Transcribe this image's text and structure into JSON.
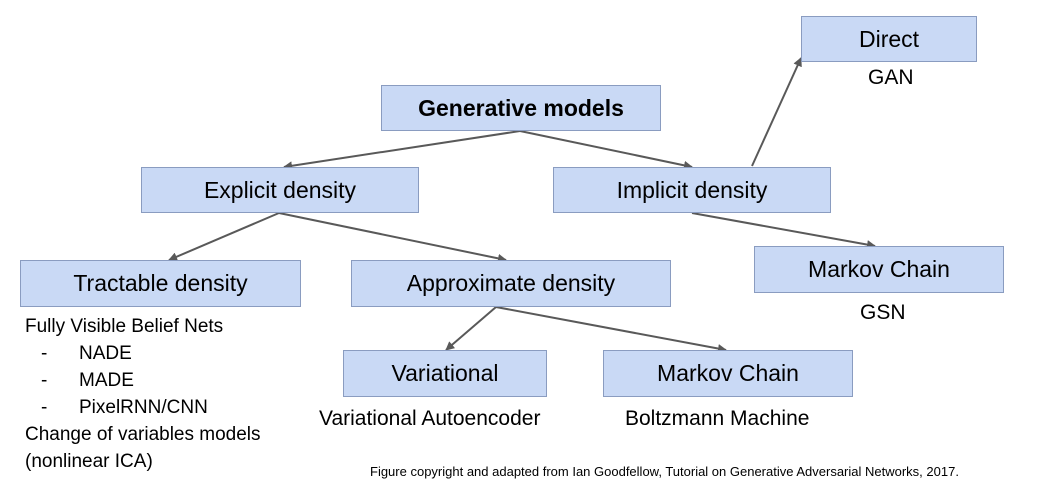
{
  "nodes": {
    "generative_models": "Generative models",
    "explicit_density": "Explicit density",
    "implicit_density": "Implicit density",
    "direct": "Direct",
    "tractable_density": "Tractable density",
    "approximate_density": "Approximate density",
    "markov_chain_implicit": "Markov Chain",
    "variational": "Variational",
    "markov_chain_approx": "Markov Chain"
  },
  "labels": {
    "gan": "GAN",
    "gsn": "GSN",
    "variational_autoencoder": "Variational Autoencoder",
    "boltzmann_machine": "Boltzmann Machine"
  },
  "tractable_examples": {
    "heading": "Fully Visible Belief Nets",
    "items": [
      "NADE",
      "MADE",
      "PixelRNN/CNN"
    ],
    "bullet": "-",
    "change_of_variables": "Change of variables models",
    "nonlinear_ica": "(nonlinear ICA)"
  },
  "caption": "Figure copyright and adapted from Ian Goodfellow, Tutorial on Generative Adversarial Networks, 2017.",
  "colors": {
    "box_fill": "#c9d9f5",
    "box_border": "#8a9cc0",
    "arrow": "#595959"
  }
}
